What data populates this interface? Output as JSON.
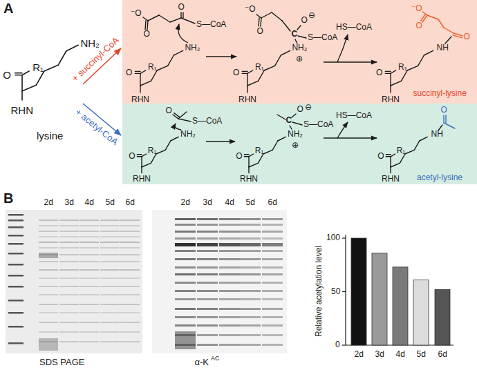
{
  "diagram": {
    "nodes": [
      {
        "text": [
          "succinyl-lysine"
        ]
      },
      {
        "text": [
          "acetyl-lysine"
        ]
      }
    ],
    "labels": [
      "A",
      "O",
      "R₁",
      "RHN",
      "NH₂",
      "lysine",
      "+ succinyl-CoA",
      "+ acetyl-CoA",
      "⁻O",
      "O",
      "O",
      "S—CoA",
      "O",
      "R₁",
      "RHN",
      "NH₂",
      "⁻O",
      "O",
      "⊖",
      "O",
      "C",
      "S—CoA",
      "NH₂",
      "⊕",
      "O",
      "R₁",
      "RHN",
      "HS—CoA",
      "⁻O",
      "O",
      "O",
      "NH",
      "O",
      "R₁",
      "RHN",
      "O",
      "S—CoA",
      "O",
      "R₁",
      "RHN",
      "NH₂",
      "O",
      "⊖",
      "C",
      "S—CoA",
      "NH₂",
      "⊕",
      "O",
      "R₁",
      "RHN",
      "HS—CoA",
      "O",
      "NH",
      "O",
      "R₁",
      "RHN",
      "B",
      "2d",
      "3d",
      "4d",
      "5d",
      "6d",
      "SDS PAGE",
      "2d",
      "3d",
      "4d",
      "5d",
      "6d",
      "α-K",
      "AC",
      "100",
      "50",
      "0",
      "Relative acetylation level",
      "2d",
      "3d",
      "4d",
      "5d",
      "6d"
    ]
  }
}
